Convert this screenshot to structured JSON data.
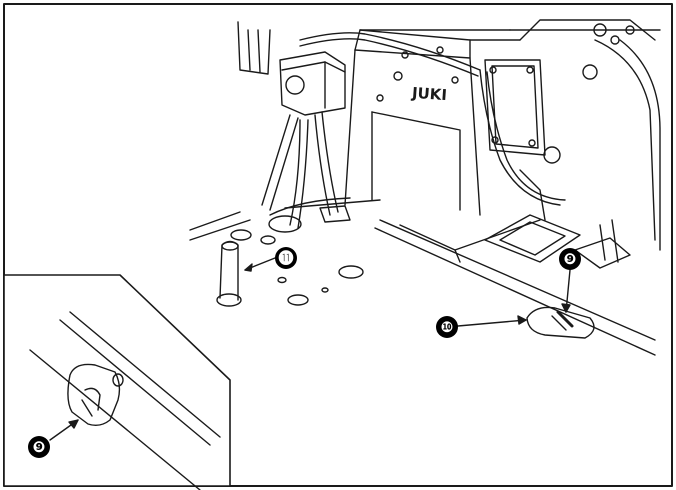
{
  "figure": {
    "brand_text": "JUKI",
    "callouts": {
      "thread_stand_pin": "⓫",
      "cover_plate": "❿",
      "hook_main": "❾",
      "hook_inset": "❾"
    },
    "colors": {
      "line": "#1a1a1a",
      "paper": "#ffffff"
    }
  }
}
